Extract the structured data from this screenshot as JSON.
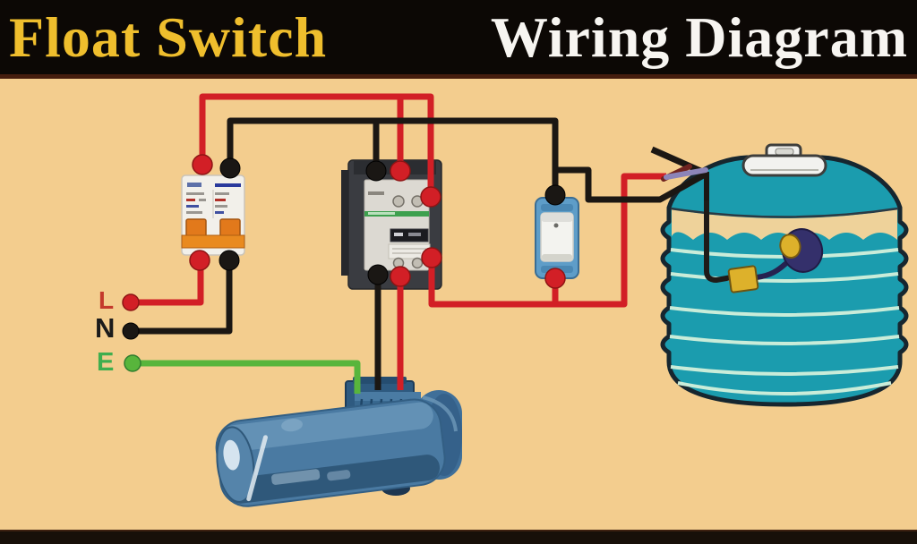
{
  "title": {
    "highlight": "Float Switch",
    "rest": "Wiring Diagram"
  },
  "terminals": {
    "line": "L",
    "neutral": "N",
    "earth": "E"
  },
  "colors": {
    "background": "#f3cd8e",
    "title_bar": "#0c0805",
    "title_highlight": "#efbe2d",
    "title_text": "#f7f5f1",
    "live_wire": "#d21f26",
    "neutral_wire": "#1b1713",
    "earth_wire": "#58b53c",
    "tank_water": "#1b9cae",
    "tank_stripe": "#c9ecd9",
    "pump_body": "#4a7aa2",
    "float_ball": "#34306b",
    "counterweight": "#ddb12b",
    "breaker_accent": "#e98a1f",
    "contactor_band": "#3da04e",
    "float_switch_body": "#5e9dc8"
  }
}
